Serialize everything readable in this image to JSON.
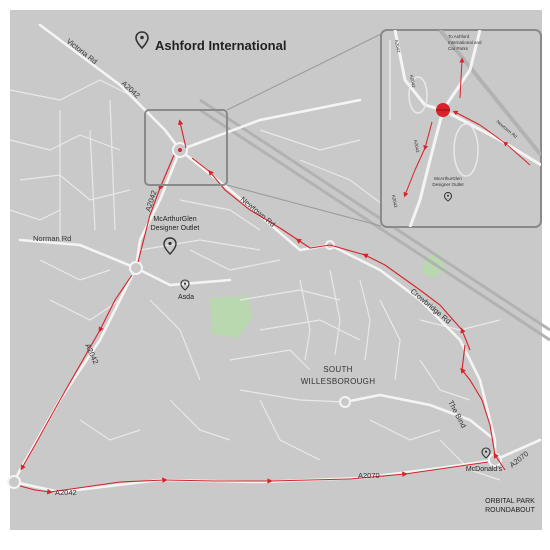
{
  "title": "Ashford International",
  "roads": {
    "victoria_rd": "Victoria Rd",
    "a2042_top": "A2042",
    "a2042_mid": "A2042",
    "a2042_left": "A2042",
    "a2042_bottom": "A2042",
    "norman_rd": "Norman Rd",
    "newtown_rd": "Newtown Rd",
    "crowbridge_rd": "Crowbridge Rd",
    "the_bind": "The Bind",
    "a2070_bottom": "A2070",
    "a2070_right": "A2070"
  },
  "places": {
    "outlet_line1": "McArthurGlen",
    "outlet_line2": "Designer Outlet",
    "asda": "Asda",
    "area_line1": "SOUTH",
    "area_line2": "WILLESBOROUGH",
    "mcdonalds": "McDonald's",
    "roundabout_line1": "ORBITAL PARK",
    "roundabout_line2": "ROUNDABOUT"
  },
  "inset": {
    "to_line1": "To Ashford",
    "to_line2": "International and",
    "to_line3": "Car Parks",
    "road_a": "A2042",
    "road_b": "A2042",
    "road_c": "A2042",
    "road_d": "A2042",
    "newtown": "Newtown Rd",
    "outlet_line1": "McArthurGlen",
    "outlet_line2": "Designer Outlet"
  },
  "colors": {
    "background": "#c9c9c9",
    "road": "#efefef",
    "route": "#d9222a",
    "park": "#b9d8b0",
    "pin": "#333333"
  },
  "icons": [
    "location-pin-icon",
    "route-arrow-icon",
    "roundabout-marker-icon"
  ]
}
